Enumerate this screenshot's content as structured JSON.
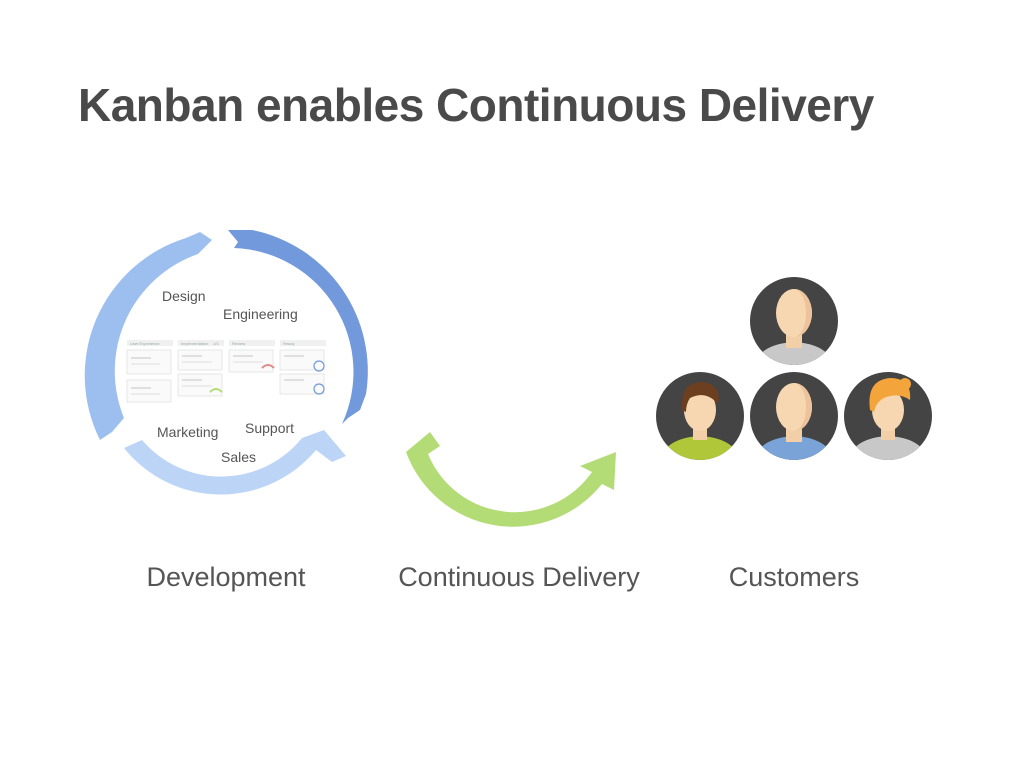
{
  "slide": {
    "title": "Kanban enables Continuous Delivery"
  },
  "development": {
    "caption": "Development",
    "teams": {
      "design": "Design",
      "engineering": "Engineering",
      "marketing": "Marketing",
      "support": "Support",
      "sales": "Sales"
    },
    "board_columns": [
      "User Experience",
      "Implementation",
      "Review",
      "Ready"
    ],
    "board_wip": "1/3"
  },
  "continuous_delivery": {
    "caption": "Continuous Delivery"
  },
  "customers": {
    "caption": "Customers"
  },
  "colors": {
    "title": "#4a4a4a",
    "arrow_dark_blue": "#7199dc",
    "arrow_mid_blue": "#9dbff0",
    "arrow_light_blue": "#bcd5f7",
    "arrow_green": "#b3dc76",
    "avatar_bg": "#444444"
  }
}
